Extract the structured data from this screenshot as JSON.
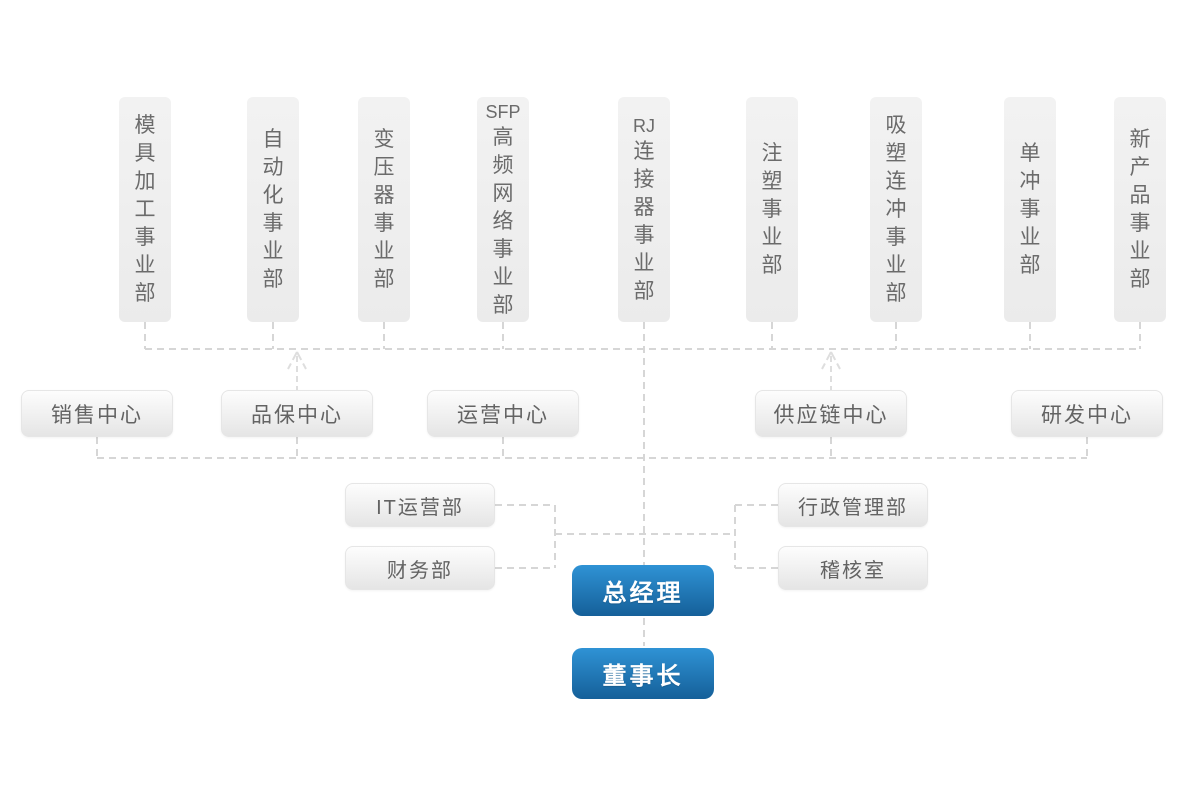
{
  "org_chart": {
    "business_units": [
      {
        "prefix": "",
        "label": "模具加工事业部"
      },
      {
        "prefix": "",
        "label": "自动化事业部"
      },
      {
        "prefix": "",
        "label": "变压器事业部"
      },
      {
        "prefix": "SFP",
        "label": "高频网络事业部"
      },
      {
        "prefix": "RJ",
        "label": "连接器事业部"
      },
      {
        "prefix": "",
        "label": "注塑事业部"
      },
      {
        "prefix": "",
        "label": "吸塑连冲事业部"
      },
      {
        "prefix": "",
        "label": "单冲事业部"
      },
      {
        "prefix": "",
        "label": "新产品事业部"
      }
    ],
    "centers": [
      {
        "label": "销售中心"
      },
      {
        "label": "品保中心"
      },
      {
        "label": "运营中心"
      },
      {
        "label": "供应链中心"
      },
      {
        "label": "研发中心"
      }
    ],
    "staff_departments": [
      {
        "label": "IT运营部"
      },
      {
        "label": "财务部"
      },
      {
        "label": "行政管理部"
      },
      {
        "label": "稽核室"
      }
    ],
    "executives": [
      {
        "label": "总经理"
      },
      {
        "label": "董事长"
      }
    ],
    "colors": {
      "accent_blue_top": "#2f93d5",
      "accent_blue_bottom": "#156099",
      "box_gray": "#ededed",
      "line_gray": "#d6d6d6",
      "text_gray": "#666666"
    }
  }
}
